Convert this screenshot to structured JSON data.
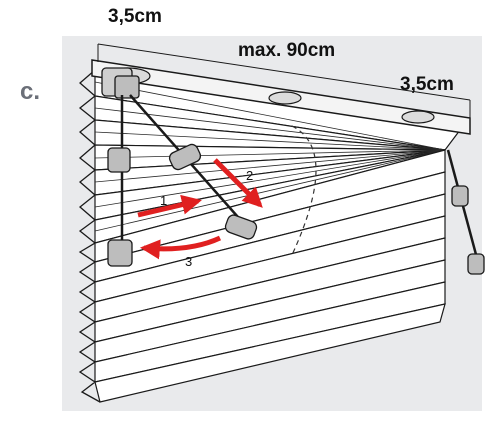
{
  "labels": {
    "panel_letter": "c.",
    "width_top_left": "3,5cm",
    "max_width": "max. 90cm",
    "width_right": "3,5cm"
  },
  "step_numbers": [
    "1",
    "2",
    "3"
  ],
  "colors": {
    "background_panel": "#e9eaec",
    "line": "#1a1a1a",
    "arrow": "#e02020",
    "pleat_fill": "#ffffff"
  },
  "icons": [
    "bracket-icon",
    "cord-tensioner-icon",
    "arrow-icon"
  ]
}
